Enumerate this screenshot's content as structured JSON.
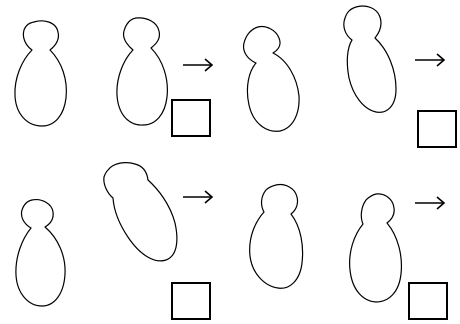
{
  "rows": [
    {
      "pairs": [
        {
          "left_shape": "snowman-upright",
          "right_shape": "snowman-upright",
          "arrow": true,
          "box": "empty-square"
        },
        {
          "left_shape": "snowman-tilted",
          "right_shape": "snowman-tilted",
          "arrow": true,
          "box": "empty-square"
        }
      ]
    },
    {
      "pairs": [
        {
          "left_shape": "snowman-upright",
          "right_shape": "snowman-tilted",
          "arrow": true,
          "box": "empty-square"
        },
        {
          "left_shape": "snowman-tilted",
          "right_shape": "snowman-tilted",
          "arrow": true,
          "box": "empty-square"
        }
      ]
    }
  ],
  "icons": {
    "arrow": "right-arrow-icon",
    "box": "empty-square-icon"
  },
  "colors": {
    "stroke": "#000000",
    "background": "#ffffff"
  }
}
